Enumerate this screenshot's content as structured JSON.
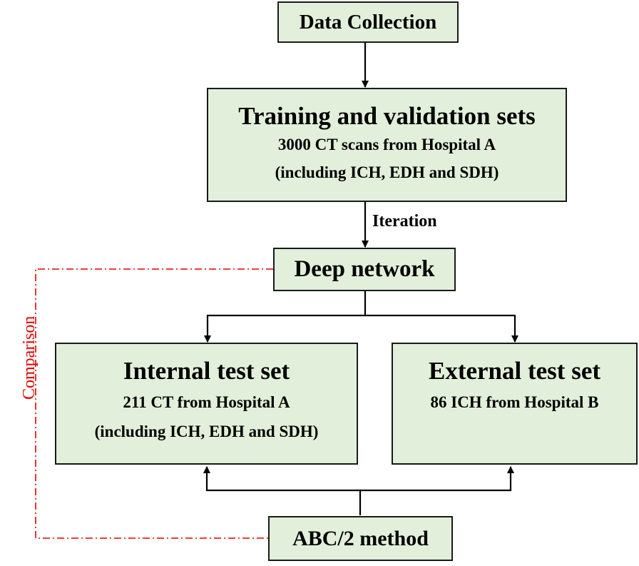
{
  "nodes": {
    "data_collection": {
      "title": "Data Collection"
    },
    "training": {
      "title": "Training and validation sets",
      "line1": "3000 CT scans from Hospital A",
      "line2": "(including ICH, EDH and SDH)"
    },
    "deep_network": {
      "title": "Deep network"
    },
    "internal": {
      "title": "Internal test set",
      "line1": "211 CT from Hospital A",
      "line2": "(including ICH, EDH and SDH)"
    },
    "external": {
      "title": "External test set",
      "line1": "86 ICH from Hospital B"
    },
    "abc": {
      "title": "ABC/2 method"
    }
  },
  "edges": {
    "iteration_label": "Iteration",
    "comparison_label": "Comparison"
  },
  "colors": {
    "box_fill": "#e2efda",
    "box_border": "#1a1a1a",
    "arrow": "#000000",
    "comparison_line": "#e00000"
  }
}
